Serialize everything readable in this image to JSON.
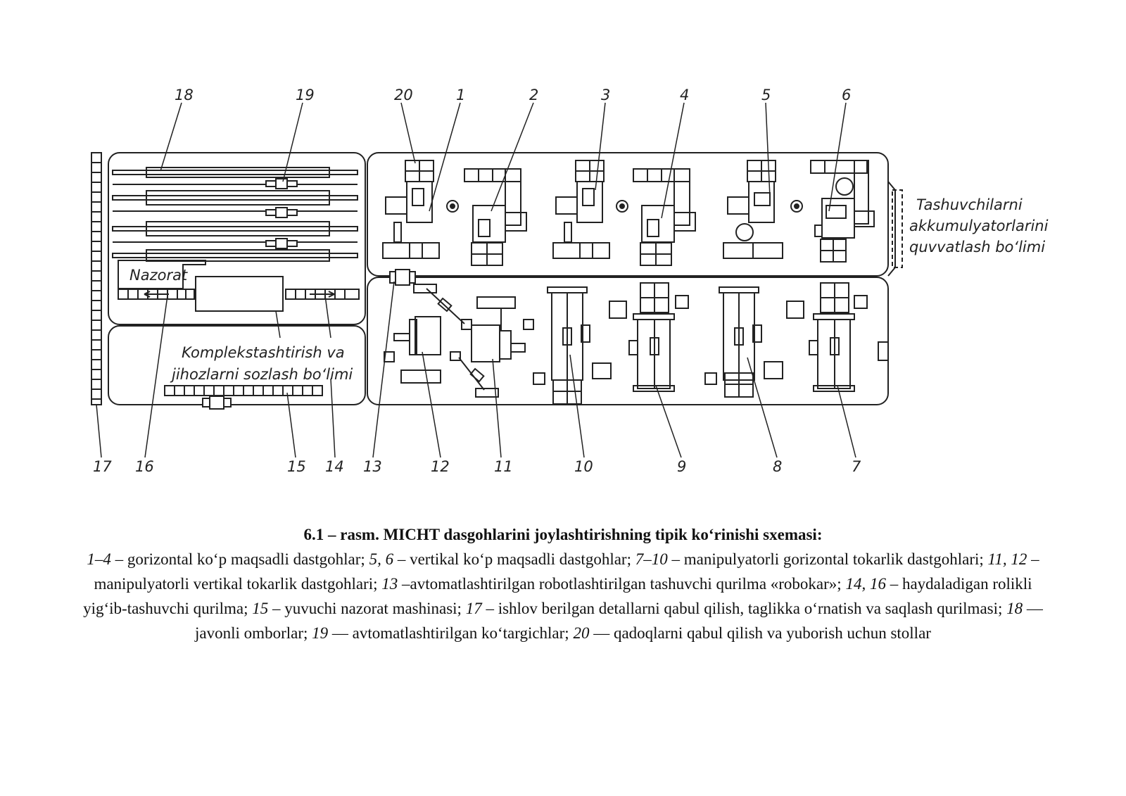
{
  "labels": {
    "n1": "1",
    "n2": "2",
    "n3": "3",
    "n4": "4",
    "n5": "5",
    "n6": "6",
    "n7": "7",
    "n8": "8",
    "n9": "9",
    "n10": "10",
    "n11": "11",
    "n12": "12",
    "n13": "13",
    "n14": "14",
    "n15": "15",
    "n16": "16",
    "n17": "17",
    "n18": "18",
    "n19": "19",
    "n20": "20"
  },
  "areas": {
    "nazorat": "Nazorat",
    "assembly_line1": "Komplekstashtirish va",
    "assembly_line2": "jihozlarni sozlash bo‘limi",
    "battery_line1": "Tashuvchilarni",
    "battery_line2": "akkumulyatorlarini",
    "battery_line3": "quvvatlash bo‘limi"
  },
  "caption": {
    "title": "6.1 – rasm. MICHT dasgohlarini joylashtirishning tipik ko‘rinishi sxemasi:",
    "items": [
      {
        "num": "1–4",
        "text": " – gorizontal ko‘p maqsadli dastgohlar; "
      },
      {
        "num": "5, 6",
        "text": " – vertikal ko‘p maqsadli dastgohlar; "
      },
      {
        "num": "7–10",
        "text": " – manipulyatorli gorizontal tokarlik dastgohlari; "
      },
      {
        "num": "11, 12",
        "text": " – manipulyatorli vertikal tokarlik dastgohlari; "
      },
      {
        "num": "13",
        "text": " –avtomatlashtirilgan robotlashtirilgan tashuvchi qurilma «robokar»; "
      },
      {
        "num": "14, 16",
        "text": " – haydaladigan rolikli yig‘ib-tashuvchi qurilma; "
      },
      {
        "num": "15",
        "text": " – yuvuchi nazorat mashinasi; "
      },
      {
        "num": "17",
        "text": " – ishlov berilgan detallarni qabul qilish, taglikka o‘rnatish va saqlash qurilmasi; "
      },
      {
        "num": "18",
        "text": " — javonli omborlar; "
      },
      {
        "num": "19",
        "text": " — avtomatlashtirilgan ko‘targichlar; "
      },
      {
        "num": "20",
        "text": " — qadoqlarni qabul qilish va yuborish uchun stollar"
      }
    ]
  }
}
